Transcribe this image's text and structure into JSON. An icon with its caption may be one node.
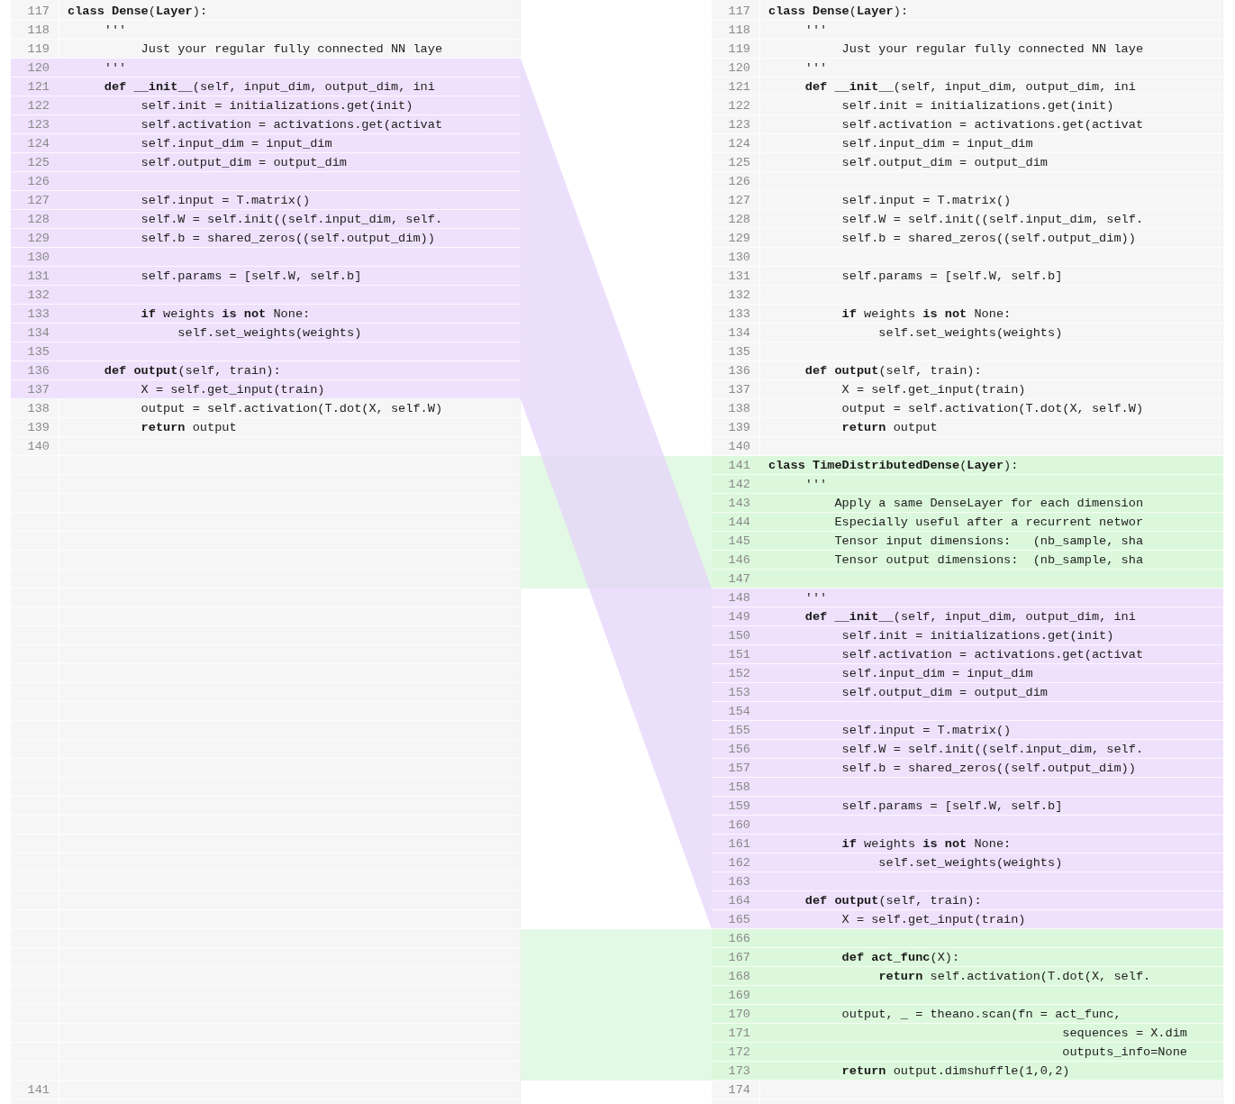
{
  "diagram": {
    "nodes": [
      {
        "text": [
          "120",
          "     '''",
          "121",
          "     **def** **__init__**(self, input_dim, output_dim, ini",
          "122",
          "          self.init = initializations.get(init)",
          "123",
          "          self.activation = activations.get(activat",
          "124",
          "          self.input_dim = input_dim",
          "125",
          "          self.output_dim = output_dim",
          "126",
          "127",
          "          self.input = T.matrix()",
          "128",
          "          self.W = self.init((self.input_dim, self.",
          "129",
          "          self.b = shared_zeros((self.output_dim))",
          "130",
          "131",
          "          self.params = [self.W, self.b]",
          "132",
          "133",
          "          **if** weights **is not** None:",
          "134",
          "               self.set_weights(weights)",
          "135",
          "136",
          "     **def** **output**(self, train):",
          "137",
          "          X = self.get_input(train)"
        ]
      },
      {
        "text": [
          "141",
          "**class** **TimeDistributedDense**(**Layer**):",
          "142",
          "     '''",
          "143",
          "         Apply a same DenseLayer for each dimension",
          "144",
          "         Especially useful after a recurrent networ",
          "145",
          "         Tensor input dimensions:   (nb_sample, sha",
          "146",
          "         Tensor output dimensions:  (nb_sample, sha",
          "147"
        ]
      },
      {
        "text": [
          "148",
          "     '''",
          "149",
          "     **def** **__init__**(self, input_dim, output_dim, ini",
          "150",
          "          self.init = initializations.get(init)",
          "151",
          "          self.activation = activations.get(activat",
          "152",
          "          self.input_dim = input_dim",
          "153",
          "          self.output_dim = output_dim",
          "154",
          "155",
          "          self.input = T.matrix()",
          "156",
          "          self.W = self.init((self.input_dim, self.",
          "157",
          "          self.b = shared_zeros((self.output_dim))",
          "158",
          "159",
          "          self.params = [self.W, self.b]",
          "160",
          "161",
          "          **if** weights **is not** None:",
          "162",
          "               self.set_weights(weights)",
          "163",
          "164",
          "     **def** **output**(self, train):",
          "165",
          "          X = self.get_input(train)"
        ]
      },
      {
        "text": [
          "166",
          "167",
          "          **def** **act_func**(X):",
          "168",
          "               **return** self.activation(T.dot(X, self.",
          "169",
          "170",
          "          output, _ = theano.scan(fn = act_func,",
          "171",
          "                                        sequences = X.dim",
          "172",
          "                                        outputs_info=None",
          "173",
          "          **return** output.dimshuffle(1,0,2)"
        ]
      }
    ],
    "edges": [
      {
        "from": 0,
        "to": 2,
        "arrow": "none"
      }
    ],
    "labels": [
      "117",
      "**class** **Dense**(**Layer**):",
      "118",
      "     '''",
      "119",
      "          Just your regular fully connected NN laye",
      "138",
      "          output = self.activation(T.dot(X, self.W)",
      "139",
      "          **return** output",
      "140",
      "141",
      "117",
      "**class** **Dense**(**Layer**):",
      "118",
      "     '''",
      "119",
      "          Just your regular fully connected NN laye",
      "120",
      "     '''",
      "121",
      "     **def** **__init__**(self, input_dim, output_dim, ini",
      "122",
      "          self.init = initializations.get(init)",
      "123",
      "          self.activation = activations.get(activat",
      "124",
      "          self.input_dim = input_dim",
      "125",
      "          self.output_dim = output_dim",
      "126",
      "127",
      "          self.input = T.matrix()",
      "128",
      "          self.W = self.init((self.input_dim, self.",
      "129",
      "          self.b = shared_zeros((self.output_dim))",
      "130",
      "131",
      "          self.params = [self.W, self.b]",
      "132",
      "133",
      "          **if** weights **is not** None:",
      "134",
      "               self.set_weights(weights)",
      "135",
      "136",
      "     **def** **output**(self, train):",
      "137",
      "          X = self.get_input(train)",
      "138",
      "          output = self.activation(T.dot(X, self.W)",
      "139",
      "          **return** output",
      "140",
      "174"
    ]
  }
}
